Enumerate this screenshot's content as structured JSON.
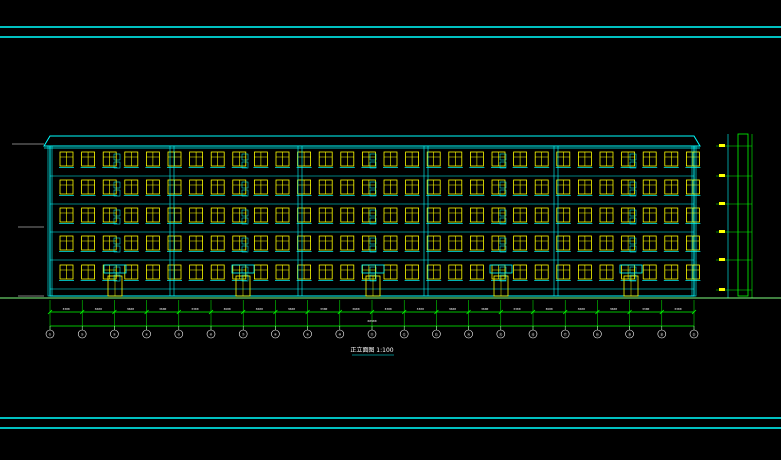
{
  "drawing": {
    "title": "正立面图 1:100",
    "total_dim": "60900",
    "bay_dims": [
      "3300",
      "3600",
      "3600",
      "3600",
      "3300",
      "3600",
      "3600",
      "3600",
      "3300",
      "3600",
      "3300",
      "3300",
      "3600",
      "3600",
      "3300",
      "3600",
      "3600",
      "3600",
      "3300",
      "3300"
    ],
    "axis_labels": [
      "①",
      "②",
      "③",
      "④",
      "⑤",
      "⑥",
      "⑦",
      "⑧",
      "⑨",
      "⑩",
      "⑪",
      "⑫",
      "⑬",
      "⑭",
      "⑮",
      "⑯",
      "⑰",
      "⑱",
      "⑲",
      "⑳",
      "㉑"
    ],
    "colors": {
      "background": "#000000",
      "frame": "#00ffff",
      "facade": "#00ffff",
      "window": "#ffff00",
      "dimension": "#00ff00",
      "ground": "#80ff80",
      "text": "#ffffff"
    }
  }
}
